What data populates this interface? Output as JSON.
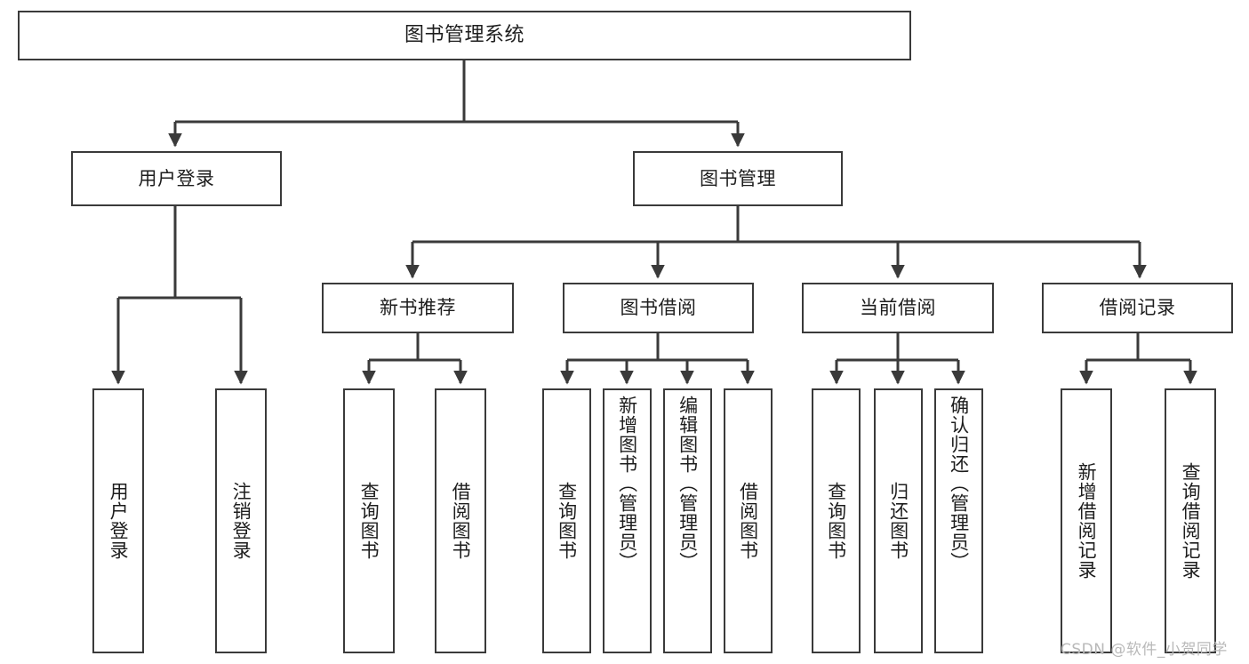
{
  "diagram": {
    "title": "图书管理系统",
    "type": "tree-hierarchy-diagram",
    "style": {
      "box_border_color": "#3a3a3a",
      "box_fill_color": "#ffffff",
      "edge_color": "#3a3a3a",
      "text_color": "#1d1d1d",
      "background": "#ffffff"
    },
    "levels": {
      "root": {
        "label": "图书管理系统"
      },
      "level2": [
        {
          "id": "user-login",
          "label": "用户登录"
        },
        {
          "id": "book-manage",
          "label": "图书管理"
        }
      ],
      "level3": [
        {
          "id": "new-book-recommend",
          "label": "新书推荐",
          "parent": "book-manage"
        },
        {
          "id": "book-borrow",
          "label": "图书借阅",
          "parent": "book-manage"
        },
        {
          "id": "current-borrow",
          "label": "当前借阅",
          "parent": "book-manage"
        },
        {
          "id": "borrow-record",
          "label": "借阅记录",
          "parent": "book-manage"
        }
      ],
      "leaves": [
        {
          "id": "leaf-user-login",
          "label": "用户登录",
          "parent": "user-login"
        },
        {
          "id": "leaf-logout-login",
          "label": "注销登录",
          "parent": "user-login"
        },
        {
          "id": "leaf-query-book-1",
          "label": "查询图书",
          "parent": "new-book-recommend"
        },
        {
          "id": "leaf-borrow-book-1",
          "label": "借阅图书",
          "parent": "new-book-recommend"
        },
        {
          "id": "leaf-query-book-2",
          "label": "查询图书",
          "parent": "book-borrow"
        },
        {
          "id": "leaf-add-book",
          "label": "新增图书（管理员）",
          "parent": "book-borrow"
        },
        {
          "id": "leaf-edit-book",
          "label": "编辑图书（管理员）",
          "parent": "book-borrow"
        },
        {
          "id": "leaf-borrow-book-2",
          "label": "借阅图书",
          "parent": "book-borrow"
        },
        {
          "id": "leaf-query-book-3",
          "label": "查询图书",
          "parent": "current-borrow"
        },
        {
          "id": "leaf-return-book",
          "label": "归还图书",
          "parent": "current-borrow"
        },
        {
          "id": "leaf-confirm-return",
          "label": "确认归还（管理员）",
          "parent": "current-borrow"
        },
        {
          "id": "leaf-add-record",
          "label": "新增借阅记录",
          "parent": "borrow-record"
        },
        {
          "id": "leaf-query-record",
          "label": "查询借阅记录",
          "parent": "borrow-record"
        }
      ]
    }
  },
  "watermark": {
    "text": "CSDN @软件_小贺同学"
  }
}
